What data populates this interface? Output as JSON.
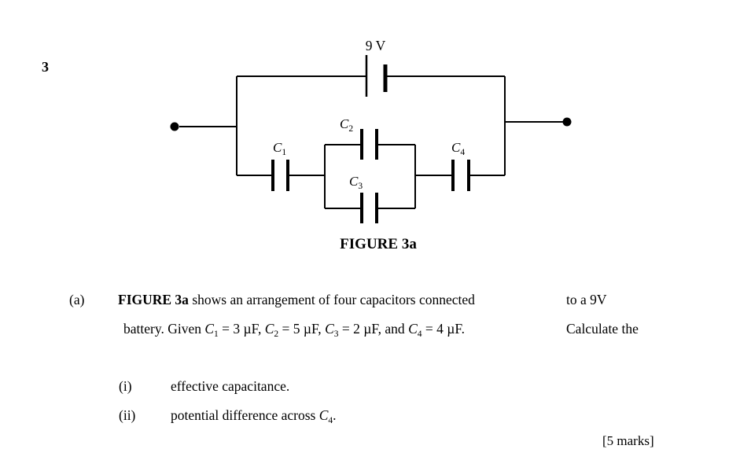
{
  "page": {
    "background": "#ffffff",
    "ink": "#000000"
  },
  "problem_number": "3",
  "figure": {
    "battery_label": "9 V",
    "cap1": {
      "base": "C",
      "sub": "1"
    },
    "cap2": {
      "base": "C",
      "sub": "2"
    },
    "cap3": {
      "base": "C",
      "sub": "3"
    },
    "cap4": {
      "base": "C",
      "sub": "4"
    },
    "caption": "FIGURE 3a"
  },
  "question": {
    "part_label": "(a)",
    "line1_bold": "FIGURE 3a",
    "line1_text": " shows an arrangement of four capacitors connected",
    "line1_right": "to a 9V",
    "line2": {
      "t1": "battery. Given ",
      "c1_base": "C",
      "c1_sub": "1",
      "t2": " = 3 µF, ",
      "c2_base": "C",
      "c2_sub": "2",
      "t3": " = 5 µF, ",
      "c3_base": "C",
      "c3_sub": "3",
      "t4": " = 2 µF, and ",
      "c4_base": "C",
      "c4_sub": "4",
      "t5": " = 4 µF.",
      "right": "Calculate the"
    },
    "items": [
      {
        "label": "(i)",
        "text": "effective capacitance."
      },
      {
        "label": "(ii)",
        "text_before": "potential difference across ",
        "cap_base": "C",
        "cap_sub": "4",
        "text_after": "."
      }
    ],
    "marks": "[5 marks]"
  }
}
